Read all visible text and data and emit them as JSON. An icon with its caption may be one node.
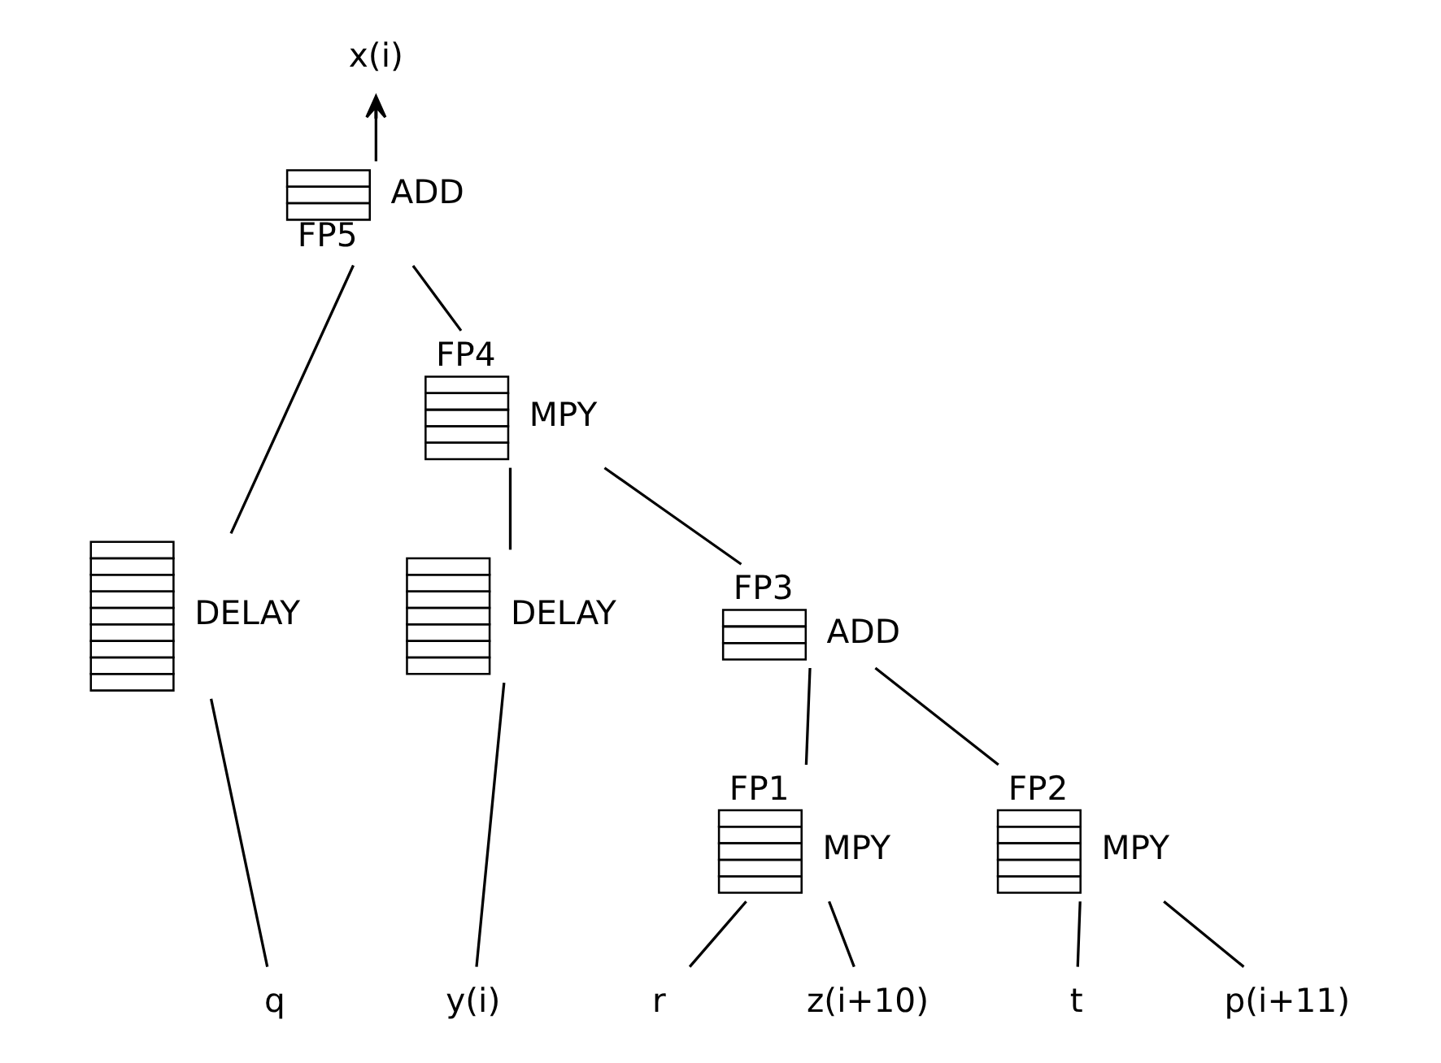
{
  "diagram": {
    "nodes": [
      {
        "text": [
          "x(i)"
        ]
      },
      {
        "text": [
          "FP5"
        ],
        "beside": [
          "ADD"
        ]
      },
      {
        "text": [
          "FP4"
        ],
        "beside": [
          "MPY"
        ]
      },
      {
        "text": [
          "FP3"
        ],
        "beside": [
          "ADD"
        ]
      },
      {
        "text": [],
        "shape": "bar",
        "beside": [
          "DELAY"
        ]
      },
      {
        "text": [],
        "shape": "bar",
        "beside": [
          "DELAY"
        ]
      },
      {
        "text": [
          "FP1"
        ],
        "beside": [
          "MPY"
        ]
      },
      {
        "text": [
          "FP2"
        ],
        "beside": [
          "MPY"
        ]
      },
      {
        "text": [
          "q"
        ]
      },
      {
        "text": [
          "y(i)"
        ]
      },
      {
        "text": [
          "r"
        ]
      },
      {
        "text": [
          "z(i+10)"
        ]
      },
      {
        "text": [
          "t"
        ]
      },
      {
        "text": [
          "p(i+11)"
        ]
      }
    ],
    "edges": [
      {
        "from": 1,
        "to": 0,
        "arrow": "to"
      },
      {
        "from": 4,
        "to": 1,
        "arrow": "none"
      },
      {
        "from": 2,
        "to": 1,
        "arrow": "none"
      },
      {
        "from": 5,
        "to": 2,
        "arrow": "none"
      },
      {
        "from": 3,
        "to": 2,
        "arrow": "none"
      },
      {
        "from": 6,
        "to": 3,
        "arrow": "none"
      },
      {
        "from": 7,
        "to": 3,
        "arrow": "none"
      },
      {
        "from": 8,
        "to": 4,
        "arrow": "none"
      },
      {
        "from": 9,
        "to": 5,
        "arrow": "none"
      },
      {
        "from": 10,
        "to": 6,
        "arrow": "none"
      },
      {
        "from": 11,
        "to": 6,
        "arrow": "none"
      },
      {
        "from": 12,
        "to": 7,
        "arrow": "none"
      },
      {
        "from": 13,
        "to": 7,
        "arrow": "none"
      }
    ]
  }
}
